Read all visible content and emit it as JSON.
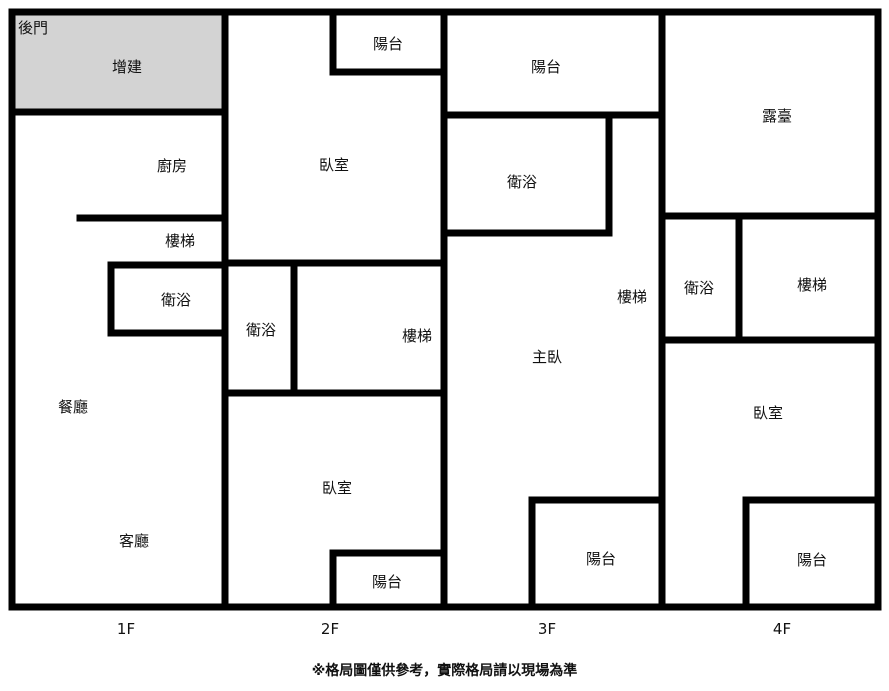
{
  "floors": [
    {
      "name": "1F",
      "rooms": {
        "back_door": "後門",
        "extension": "增建",
        "kitchen": "廚房",
        "stairs": "樓梯",
        "bathroom": "衛浴",
        "dining": "餐廳",
        "living": "客廳"
      }
    },
    {
      "name": "2F",
      "rooms": {
        "balcony_top": "陽台",
        "bedroom_top": "臥室",
        "bathroom": "衛浴",
        "stairs": "樓梯",
        "bedroom_bottom": "臥室",
        "balcony_bottom": "陽台"
      }
    },
    {
      "name": "3F",
      "rooms": {
        "balcony_top": "陽台",
        "bathroom": "衛浴",
        "stairs": "樓梯",
        "master_bedroom": "主臥",
        "balcony_bottom": "陽台"
      }
    },
    {
      "name": "4F",
      "rooms": {
        "terrace": "露臺",
        "bathroom": "衛浴",
        "stairs": "樓梯",
        "bedroom": "臥室",
        "balcony": "陽台"
      }
    }
  ],
  "footnote": "※格局圖僅供參考，實際格局請以現場為準",
  "colors": {
    "wall": "#000000",
    "extension_fill": "#d3d3d3"
  }
}
